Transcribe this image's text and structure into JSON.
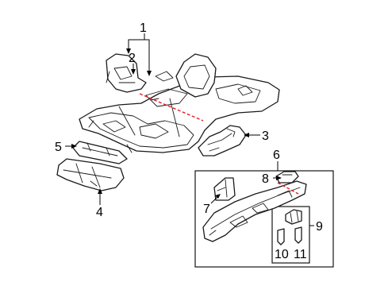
{
  "callouts": [
    {
      "id": "1",
      "text": "1"
    },
    {
      "id": "2",
      "text": "2"
    },
    {
      "id": "3",
      "text": "3"
    },
    {
      "id": "4",
      "text": "4"
    },
    {
      "id": "5",
      "text": "5"
    },
    {
      "id": "6",
      "text": "6"
    },
    {
      "id": "7",
      "text": "7"
    },
    {
      "id": "8",
      "text": "8"
    },
    {
      "id": "9",
      "text": "9"
    },
    {
      "id": "10",
      "text": "10"
    },
    {
      "id": "11",
      "text": "11"
    }
  ],
  "colors": {
    "line": "#1a1a1a",
    "section_cut": "#e0202a",
    "background": "#ffffff"
  }
}
